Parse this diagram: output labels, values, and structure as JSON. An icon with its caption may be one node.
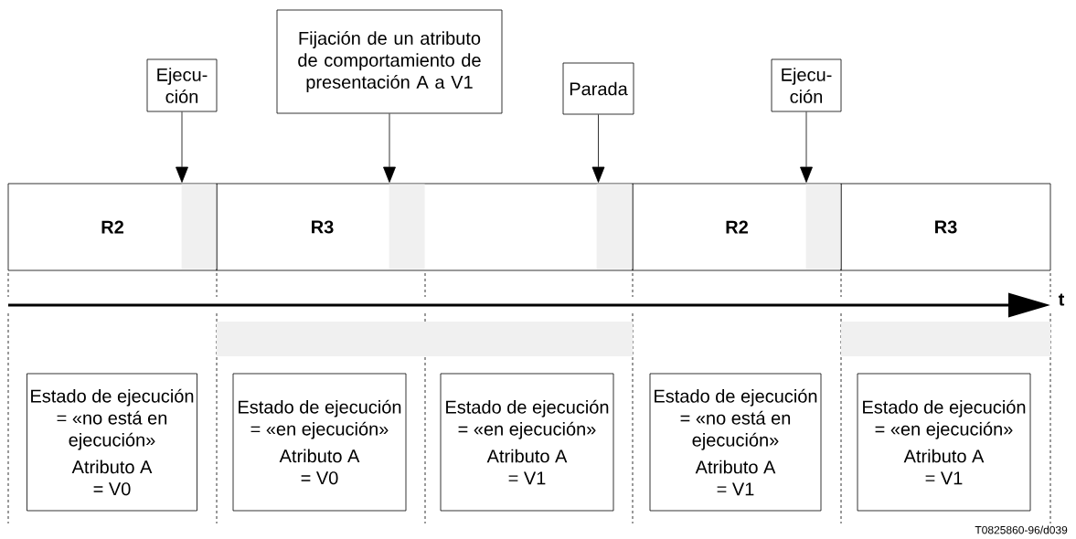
{
  "diagram": {
    "nodes": [
      {
        "text": [
          "Ejecu- ción"
        ]
      },
      {
        "text": [
          "Fijación de un atributo de comportamiento de presentación A a V1"
        ]
      },
      {
        "text": [
          "Parada"
        ]
      },
      {
        "text": [
          "Ejecu- ción"
        ]
      },
      {
        "text": [
          "R2"
        ]
      },
      {
        "text": [
          "R3"
        ]
      },
      {
        "text": [
          "R2"
        ]
      },
      {
        "text": [
          "R3"
        ]
      },
      {
        "text": [
          "Estado de ejecución = «no está en ejecución»",
          "Atributo A = V0"
        ]
      },
      {
        "text": [
          "Estado de ejecución = «en ejecución»",
          "Atributo A = V0"
        ]
      },
      {
        "text": [
          "Estado de ejecución = «en ejecución»",
          "Atributo A = V1"
        ]
      },
      {
        "text": [
          "Estado de ejecución = «no está en ejecución»",
          "Atributo A = V1"
        ]
      },
      {
        "text": [
          "Estado de ejecución = «en ejecución»",
          "Atributo A = V1"
        ]
      },
      {
        "text": [],
        "shape": "bar",
        "in": 4
      },
      {
        "text": [],
        "shape": "bar",
        "in": 5
      },
      {
        "text": [],
        "shape": "bar",
        "in": 5
      },
      {
        "text": [],
        "shape": "bar",
        "in": 6
      },
      {
        "text": [],
        "shape": "bar"
      },
      {
        "text": [],
        "shape": "bar"
      }
    ],
    "edges": [
      {
        "from": 0,
        "to": 4,
        "arrow": "to"
      },
      {
        "from": 1,
        "to": 5,
        "arrow": "to"
      },
      {
        "from": 2,
        "to": 5,
        "arrow": "to"
      },
      {
        "from": 3,
        "to": 6,
        "arrow": "to"
      }
    ],
    "labels": [
      "t",
      "T0825860-96/d039"
    ]
  }
}
